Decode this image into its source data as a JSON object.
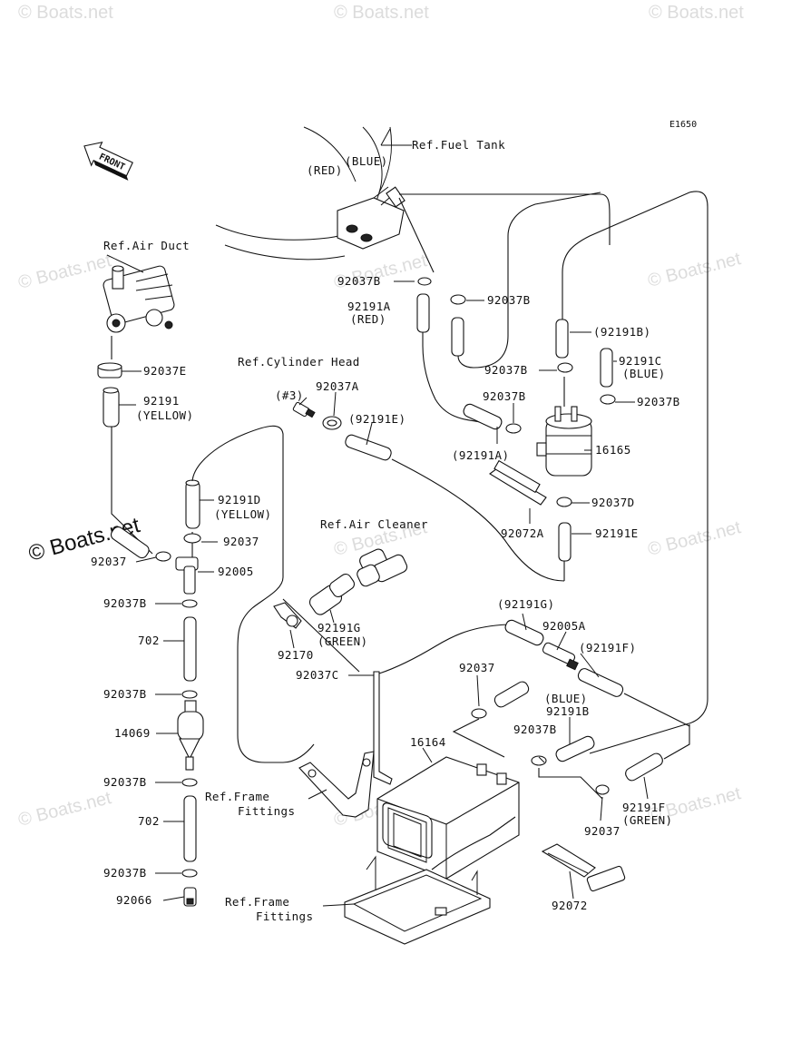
{
  "diagram_code": "E1650",
  "front_label": "FRONT",
  "watermark": "© Boats.net",
  "refs": {
    "fuel_tank": "Ref.Fuel Tank",
    "air_duct": "Ref.Air Duct",
    "cylinder_head": "Ref.Cylinder Head",
    "air_cleaner": "Ref.Air Cleaner",
    "frame_fittings_1a": "Ref.Frame",
    "frame_fittings_1b": "Fittings",
    "frame_fittings_2a": "Ref.Frame",
    "frame_fittings_2b": "Fittings"
  },
  "labels": {
    "red_top": "(RED)",
    "blue_top": "(BLUE)",
    "p92037b_1": "92037B",
    "p92037b_2": "92037B",
    "p92191a_red_a": "92191A",
    "p92191a_red_b": "(RED)",
    "p92191b_paren": "(92191B)",
    "p92191c_a": "92191C",
    "p92191c_b": "(BLUE)",
    "p92037b_3": "92037B",
    "p92037b_4": "92037B",
    "p92037b_5": "92037B",
    "p16165": "16165",
    "p92191a_paren": "(92191A)",
    "p92037d": "92037D",
    "p92072a": "92072A",
    "p92191e": "92191E",
    "p3": "(#3)",
    "p92037a": "92037A",
    "p92191e_paren": "(92191E)",
    "p92037e": "92037E",
    "p92191_a": "92191",
    "p92191_b": "(YELLOW)",
    "p92191d_a": "92191D",
    "p92191d_b": "(YELLOW)",
    "p92037_1": "92037",
    "p92037_2": "92037",
    "p92005": "92005",
    "p92037b_6": "92037B",
    "p702_1": "702",
    "p92037b_7": "92037B",
    "p14069": "14069",
    "p92037b_8": "92037B",
    "p702_2": "702",
    "p92037b_9": "92037B",
    "p92066": "92066",
    "p92191g_a": "92191G",
    "p92191g_b": "(GREEN)",
    "p92170": "92170",
    "p92037c": "92037C",
    "p92191g_paren": "(92191G)",
    "p92005a": "92005A",
    "p92191f_paren": "(92191F)",
    "p92037_3": "92037",
    "blue_mid": "(BLUE)",
    "p92191b": "92191B",
    "p92037b_10": "92037B",
    "p16164": "16164",
    "p92037_4": "92037",
    "p92191f_a": "92191F",
    "p92191f_b": "(GREEN)",
    "p92072": "92072"
  }
}
